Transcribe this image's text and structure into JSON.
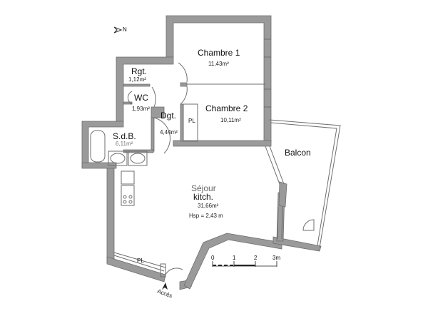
{
  "plan": {
    "north_label": "N",
    "rooms": [
      {
        "id": "chambre1",
        "name": "Chambre 1",
        "area": "11,43m²"
      },
      {
        "id": "chambre2",
        "name": "Chambre 2",
        "area": "10,11m²"
      },
      {
        "id": "rgt",
        "name": "Rgt.",
        "area": "1,12m²"
      },
      {
        "id": "wc",
        "name": "WC",
        "area": "1,93m²"
      },
      {
        "id": "dgt",
        "name": "Dgt.",
        "area": "4,44m²"
      },
      {
        "id": "sdb",
        "name": "S.d.B.",
        "area": "6,11m²"
      },
      {
        "id": "sejour",
        "name": "Séjour",
        "name2": "kitch.",
        "area": "31,66m²",
        "height": "Hsp = 2,43 m"
      },
      {
        "id": "balcon",
        "name": "Balcon"
      }
    ],
    "closets": [
      "PL",
      "PL"
    ],
    "entrance_label": "Accès",
    "scale": {
      "ticks": [
        "0",
        "1",
        "2",
        "3m"
      ]
    }
  }
}
